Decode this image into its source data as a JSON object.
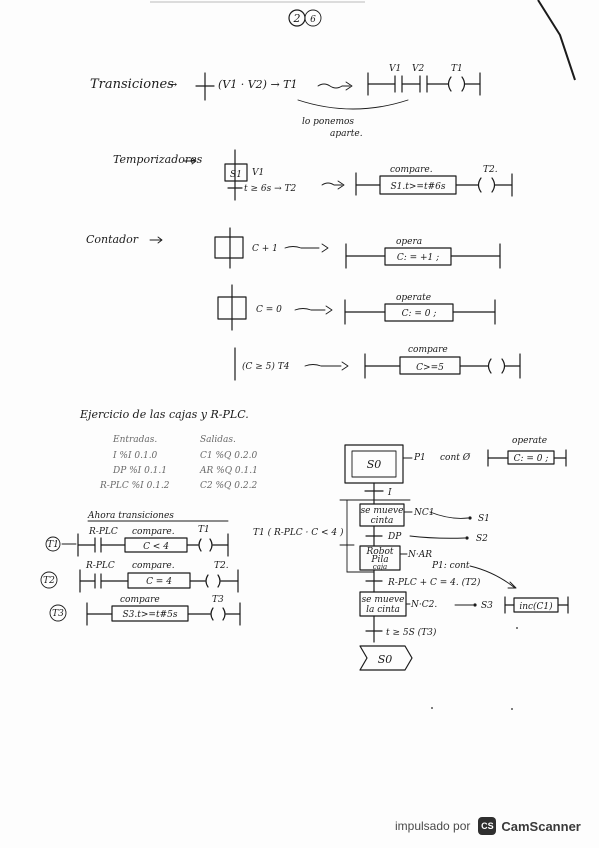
{
  "header": {
    "page_number": "2",
    "page_mark": "6"
  },
  "transiciones": {
    "heading": "Transiciones",
    "arrow": "→",
    "condition": "(V1 · V2) → T1",
    "rung_contacts": [
      "V1",
      "V2",
      "T1"
    ],
    "brace_note": [
      "lo ponemos",
      "aparte."
    ]
  },
  "temporizadores": {
    "heading": "Temporizadores",
    "step": "S1",
    "step_action": "V1",
    "transition": "t ≥ 6s → T2",
    "block_label": "compare.",
    "block_text": "S1.t>=t#6s",
    "coil": "T2."
  },
  "contador": {
    "heading": "Contador",
    "step1_action": "C + 1",
    "op1_label": "opera",
    "op1_text": "C: = +1 ;",
    "step2_action": "C = 0",
    "op2_label": "operate",
    "op2_text": "C: = 0 ;",
    "transition": "(C ≥ 5) T4",
    "cmp_label": "compare",
    "cmp_text": "C>=5"
  },
  "ejercicio": {
    "heading": "Ejercicio de las cajas y R-PLC.",
    "entradas_title": "Entradas.",
    "entradas": [
      "I %I 0.1.0",
      "DP %I 0.1.1",
      "R-PLC %I 0.1.2"
    ],
    "salidas_title": "Salidas.",
    "salidas": [
      "C1 %Q 0.2.0",
      "AR %Q 0.1.1",
      "C2 %Q 0.2.2"
    ],
    "ahora_title": "Ahora transiciones",
    "rungs": [
      {
        "tag": "T1",
        "contact": "R-PLC",
        "block_label": "compare.",
        "block_text": "C < 4",
        "coil": "T1"
      },
      {
        "tag": "T2",
        "contact": "R-PLC",
        "block_label": "compare.",
        "block_text": "C = 4",
        "coil": "T2."
      },
      {
        "tag": "T3",
        "contact": "",
        "block_label": "compare",
        "block_text": "S3.t>=t#5s",
        "coil": "T3"
      }
    ]
  },
  "grafcet": {
    "initial_step": "S0",
    "p1_action": "P1",
    "p1_note": "cont Ø",
    "opera_label": "operate",
    "opera_text": "C: = 0 ;",
    "t_first": "I",
    "s1_box": [
      "se mueve",
      "cinta"
    ],
    "s1_action": "NC1",
    "s1_out": "S1",
    "t_dp": "DP",
    "s2_out": "S2",
    "s2_box": [
      "Robot",
      "Pila",
      "caja"
    ],
    "s2_action": "N·AR",
    "s2_note": "P1: cont",
    "t_mid": "R-PLC + C = 4. (T2)",
    "side_condition": "T1 ( R-PLC · C < 4 )",
    "s3_box": [
      "se mueve",
      "la cinta"
    ],
    "s3_action": "N·C2.",
    "s3_out": "S3",
    "s3_block": "inc(C1)",
    "t_last": "t ≥ 5S (T3)",
    "final_step": "S0"
  },
  "footer": {
    "powered_by": "impulsado por",
    "brand": "CamScanner",
    "brand_badge": "CS"
  }
}
